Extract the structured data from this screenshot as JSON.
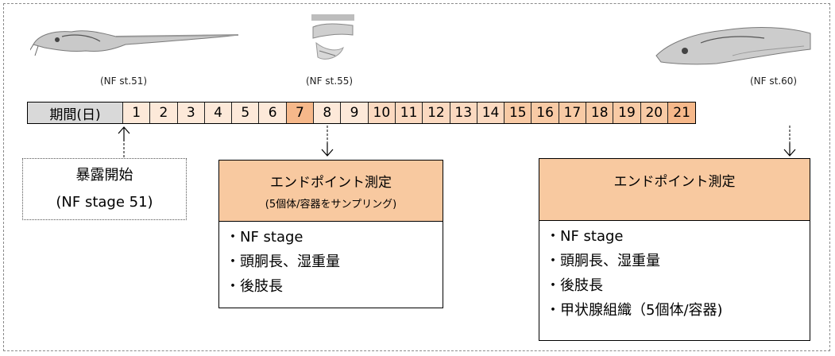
{
  "stages": [
    {
      "label": "(NF st.51)"
    },
    {
      "label": "(NF st.55)"
    },
    {
      "label": "(NF st.60)"
    }
  ],
  "timeline": {
    "header": "期間(日)",
    "days": [
      "1",
      "2",
      "3",
      "4",
      "5",
      "6",
      "7",
      "8",
      "9",
      "10",
      "11",
      "12",
      "13",
      "14",
      "15",
      "16",
      "17",
      "18",
      "19",
      "20",
      "21"
    ]
  },
  "start_box": {
    "title": "暴露開始",
    "stage": "(NF stage 51)"
  },
  "endpoint_day7": {
    "title": "エンドポイント測定",
    "subtitle": "(5個体/容器をサンプリング)",
    "items": [
      "・NF stage",
      "・頭胴長、湿重量",
      "・後肢長"
    ]
  },
  "endpoint_day21": {
    "title": "エンドポイント測定",
    "items": [
      "・NF stage",
      "・頭胴長、湿重量",
      "・後肢長",
      "・甲状腺組織（5個体/容器)"
    ]
  },
  "colors": {
    "header_gray": "#d9d9d9",
    "endpoint_fill": "#f8c9a0",
    "day_light": "#fde9d9",
    "day_medium": "#fbd9c0",
    "day_strong": "#f6b88a"
  }
}
